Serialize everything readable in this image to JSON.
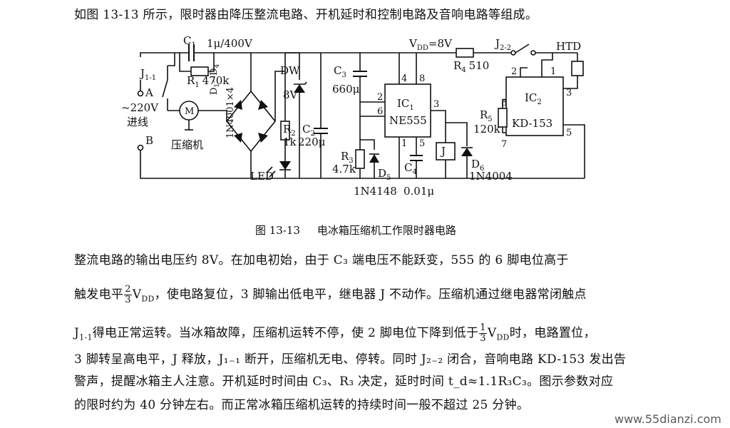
{
  "intro": "如图 13-13 所示，限时器由降压整流电路、开机延时和控制电路及音响电路等组成。",
  "diagram": {
    "labels": {
      "c1": "C",
      "c1_sub": "1",
      "c1_val": "1μ/400V",
      "r1": "R",
      "r1_sub": "1",
      "r1_val": "470k",
      "j11": "J",
      "j11_sub": "1-1",
      "a": "A",
      "vin": "~220V",
      "jinxian": "进线",
      "b": "B",
      "motor": "M",
      "compressor": "压缩机",
      "d14": "D",
      "d14_sub": "1",
      "d14_tail": "~D",
      "d14_sub2": "4",
      "d14_type": "1N4001×4",
      "dw": "DW",
      "dw_val": "8V",
      "r2": "R",
      "r2_sub": "2",
      "r2_val": "1k",
      "led": "LED",
      "c2": "C",
      "c2_sub": "2",
      "c2_val": "220μ",
      "c3": "C",
      "c3_sub": "3",
      "c3_val": "660μ",
      "vdd": "V",
      "vdd_sub": "DD",
      "vdd_val": "=8V",
      "r4": "R",
      "r4_sub": "4",
      "r4_val": "510",
      "j22": "J",
      "j22_sub": "2-2",
      "htd": "HTD",
      "ic1": "IC",
      "ic1_sub": "1",
      "ic1_type": "NE555",
      "pin4": "4",
      "pin8": "8",
      "pin2": "2",
      "pin6": "6",
      "pin1": "1",
      "pin5": "5",
      "pin3": "3",
      "r3": "R",
      "r3_sub": "3",
      "r3_val": "4.7k",
      "d5": "D",
      "d5_sub": "5",
      "d5_type": "1N4148",
      "c4": "C",
      "c4_sub": "4",
      "c4_val": "0.01μ",
      "relay": "J",
      "d6": "D",
      "d6_sub": "6",
      "d6_type": "1N4004",
      "ic2": "IC",
      "ic2_sub": "2",
      "ic2_type": "KD-153",
      "r5": "R",
      "r5_sub": "5",
      "r5_val": "120k",
      "ic2_p2": "2",
      "ic2_p1": "1",
      "ic2_p3": "3",
      "ic2_p8": "8",
      "ic2_p7": "7",
      "ic2_p5": "5"
    }
  },
  "caption": {
    "number": "图 13-13",
    "title": "电冰箱压缩机工作限时器电路"
  },
  "para": {
    "l1": "整流电路的输出电压约 8V。在加电初始，由于 C₃ 端电压不能跃变，555 的 6 脚电位高于",
    "l2_a": "触发电平",
    "l2_num": "2",
    "l2_den": "3",
    "l2_b": "V",
    "l2_sub": "DD",
    "l2_c": "，使电路复位，3 脚输出低电平，继电器 J 不动作。压缩机通过继电器常闭触点",
    "l3_a": "J",
    "l3_sub": "1-1",
    "l3_b": "得电正常运转。当冰箱故障，压缩机运转不停，使 2 脚电位下降到低于",
    "l3_num": "1",
    "l3_den": "3",
    "l3_c": "V",
    "l3_sub2": "DD",
    "l3_d": "时，电路置位，",
    "l4": "3 脚转呈高电平，J 释放，J₁₋₁ 断开，压缩机无电、停转。同时 J₂₋₂ 闭合，音响电路 KD-153 发出告",
    "l5": "警声，提醒冰箱主人注意。开机延时时间由 C₃、R₃ 决定，延时时间 t_d≈1.1R₃C₃。图示参数对应",
    "l6": "的限时约为 40 分钟左右。而正常冰箱压缩机运转的持续时间一般不超过 25 分钟。"
  },
  "watermark": "www.55dianzi.com"
}
